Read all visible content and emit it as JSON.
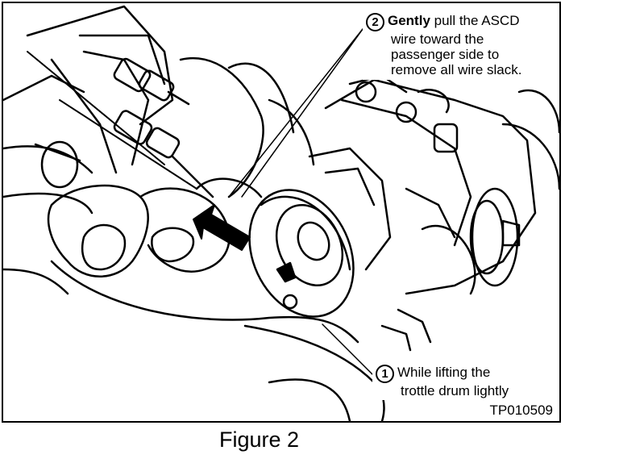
{
  "figure": {
    "caption": "Figure 2",
    "part_code": "TP010509"
  },
  "callouts": [
    {
      "number": "2",
      "bold_word": "Gently",
      "line1_rest": "pull the ASCD",
      "lines": [
        "wire toward the",
        "passenger side to",
        "remove all wire slack."
      ]
    },
    {
      "number": "1",
      "line1": "While lifting the",
      "line2": "trottle drum lightly"
    }
  ],
  "icons": {
    "arrow": "pull-direction-arrow-icon"
  }
}
